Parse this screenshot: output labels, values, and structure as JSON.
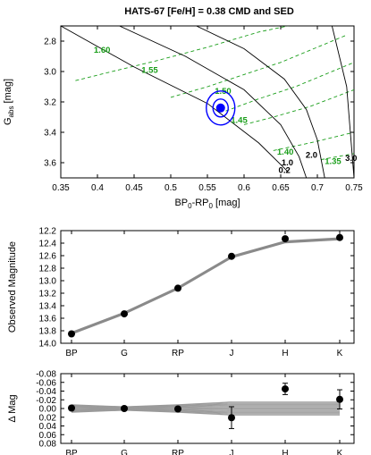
{
  "figure_title": "HATS-67 [Fe/H] = 0.38 CMD and SED",
  "chart_data": [
    {
      "type": "scatter",
      "panel": "CMD",
      "xlabel_main": "BP",
      "xlabel_sub1": "0",
      "xlabel_mid": "-RP",
      "xlabel_sub2": "0",
      "xlabel_unit": " [mag]",
      "ylabel_main": "G",
      "ylabel_sub": "abs",
      "ylabel_unit": " [mag]",
      "xlim": [
        0.35,
        0.75
      ],
      "ylim": [
        3.7,
        2.7
      ],
      "ylim_note": "y axis inverted (brighter up)",
      "xticks": [
        "0.35",
        "0.4",
        "0.45",
        "0.5",
        "0.55",
        "0.6",
        "0.65",
        "0.7",
        "0.75"
      ],
      "yticks": [
        "2.8",
        "3.0",
        "3.2",
        "3.4",
        "3.6"
      ],
      "star": {
        "x": 0.568,
        "y": 3.24,
        "color": "#0000ff"
      },
      "isochrones_age_gyr": [
        {
          "label": "0.2",
          "color": "#000000",
          "points": [
            [
              0.35,
              2.7
            ],
            [
              0.45,
              2.97
            ],
            [
              0.55,
              3.21
            ],
            [
              0.62,
              3.47
            ],
            [
              0.66,
              3.66
            ]
          ]
        },
        {
          "label": "1.0",
          "color": "#000000",
          "points": [
            [
              0.43,
              2.7
            ],
            [
              0.52,
              2.9
            ],
            [
              0.6,
              3.12
            ],
            [
              0.65,
              3.35
            ],
            [
              0.675,
              3.56
            ],
            [
              0.685,
              3.7
            ]
          ]
        },
        {
          "label": "2.0",
          "color": "#000000",
          "points": [
            [
              0.535,
              2.7
            ],
            [
              0.6,
              2.85
            ],
            [
              0.655,
              3.05
            ],
            [
              0.685,
              3.25
            ],
            [
              0.7,
              3.45
            ],
            [
              0.71,
              3.7
            ]
          ]
        },
        {
          "label": "3.0",
          "color": "#000000",
          "points": [
            [
              0.72,
              2.7
            ],
            [
              0.73,
              2.9
            ],
            [
              0.74,
              3.1
            ],
            [
              0.745,
              3.4
            ],
            [
              0.75,
              3.7
            ]
          ]
        }
      ],
      "isochrones_mass_msun": [
        {
          "label": "1.60",
          "color": "#1a9e1a",
          "points": [
            [
              0.37,
              3.06
            ],
            [
              0.42,
              3.0
            ],
            [
              0.48,
              2.93
            ],
            [
              0.55,
              2.84
            ],
            [
              0.62,
              2.74
            ],
            [
              0.66,
              2.7
            ]
          ]
        },
        {
          "label": "1.55",
          "color": "#1a9e1a",
          "points": [
            [
              0.5,
              3.17
            ],
            [
              0.55,
              3.1
            ],
            [
              0.6,
              3.02
            ],
            [
              0.65,
              2.94
            ],
            [
              0.7,
              2.84
            ],
            [
              0.74,
              2.76
            ]
          ]
        },
        {
          "label": "1.50",
          "color": "#1a9e1a",
          "points": [
            [
              0.575,
              3.26
            ],
            [
              0.62,
              3.18
            ],
            [
              0.67,
              3.1
            ],
            [
              0.71,
              3.02
            ],
            [
              0.75,
              2.94
            ]
          ]
        },
        {
          "label": "1.45",
          "color": "#1a9e1a",
          "points": [
            [
              0.6,
              3.35
            ],
            [
              0.64,
              3.3
            ],
            [
              0.69,
              3.23
            ],
            [
              0.75,
              3.12
            ]
          ]
        },
        {
          "label": "1.40",
          "color": "#1a9e1a",
          "points": [
            [
              0.64,
              3.52
            ],
            [
              0.69,
              3.47
            ],
            [
              0.75,
              3.4
            ]
          ]
        },
        {
          "label": "1.35",
          "color": "#1a9e1a",
          "points": [
            [
              0.705,
              3.58
            ],
            [
              0.75,
              3.54
            ]
          ]
        }
      ]
    },
    {
      "type": "line",
      "panel": "SED",
      "categories": [
        "BP",
        "G",
        "RP",
        "J",
        "H",
        "K"
      ],
      "ylabel": "Observed Magnitude",
      "ylim": [
        14.0,
        12.2
      ],
      "yticks": [
        "12.2",
        "12.4",
        "12.6",
        "12.8",
        "13.0",
        "13.2",
        "13.4",
        "13.6",
        "13.8",
        "14.0"
      ],
      "observed": [
        13.85,
        13.53,
        13.12,
        12.61,
        12.33,
        12.31
      ],
      "model": [
        13.84,
        13.52,
        13.12,
        12.62,
        12.38,
        12.33
      ]
    },
    {
      "type": "scatter",
      "panel": "Residuals",
      "categories": [
        "BP",
        "G",
        "RP",
        "J",
        "H",
        "K"
      ],
      "ylabel": "Δ Mag",
      "ylim": [
        0.08,
        -0.08
      ],
      "yticks": [
        "-0.08",
        "-0.06",
        "-0.04",
        "-0.02",
        "0.00",
        "0.02",
        "0.04",
        "0.06",
        "0.08"
      ],
      "residuals": [
        -0.001,
        0.0,
        0.001,
        0.021,
        -0.045,
        -0.021
      ],
      "errors": [
        0.0,
        0.0,
        0.0,
        0.025,
        0.013,
        0.022
      ],
      "model_band": [
        0.016,
        0.008,
        0.016,
        0.028,
        0.028,
        0.028
      ]
    }
  ]
}
